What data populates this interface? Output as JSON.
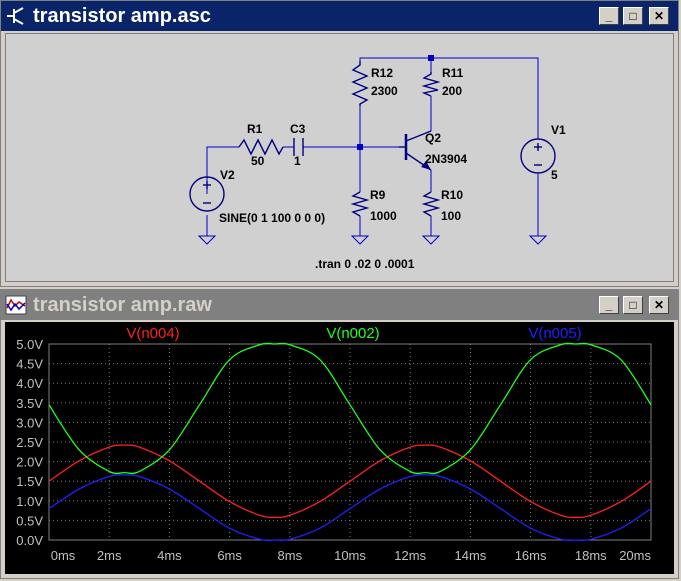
{
  "schematic_window": {
    "title": "transistor amp.asc",
    "controls": {
      "minimize": "_",
      "maximize": "□",
      "close": "✕"
    },
    "components": {
      "R1": {
        "name": "R1",
        "value": "50"
      },
      "C3": {
        "name": "C3",
        "value": "1"
      },
      "R12": {
        "name": "R12",
        "value": "2300"
      },
      "R11": {
        "name": "R11",
        "value": "200"
      },
      "Q2": {
        "name": "Q2",
        "value": "2N3904"
      },
      "R9": {
        "name": "R9",
        "value": "1000"
      },
      "R10": {
        "name": "R10",
        "value": "100"
      },
      "V1": {
        "name": "V1",
        "value": "5"
      },
      "V2": {
        "name": "V2",
        "value": "SINE(0 1 100 0 0 0)"
      }
    },
    "directive": ".tran 0 .02 0 .0001",
    "colors": {
      "wire": "#0000c8",
      "component": "#000080",
      "background": "#d0d0d0"
    }
  },
  "waveform_window": {
    "title": "transistor amp.raw",
    "controls": {
      "minimize": "_",
      "maximize": "□",
      "close": "✕"
    }
  },
  "chart_data": {
    "type": "line",
    "title": "",
    "xlabel": "",
    "ylabel": "",
    "xlim": [
      0,
      20
    ],
    "ylim": [
      0,
      5.0
    ],
    "x_ticks": [
      "0ms",
      "2ms",
      "4ms",
      "6ms",
      "8ms",
      "10ms",
      "12ms",
      "14ms",
      "16ms",
      "18ms",
      "20ms"
    ],
    "y_ticks": [
      "0.0V",
      "0.5V",
      "1.0V",
      "1.5V",
      "2.0V",
      "2.5V",
      "3.0V",
      "3.5V",
      "4.0V",
      "4.5V",
      "5.0V"
    ],
    "grid": true,
    "legend": "top",
    "x": [
      0,
      1,
      2,
      2.5,
      3,
      4,
      5,
      6,
      7,
      7.5,
      8,
      9,
      10,
      11,
      12,
      12.5,
      13,
      14,
      15,
      16,
      17,
      17.5,
      18,
      19,
      20
    ],
    "series": [
      {
        "name": "V(n004)",
        "color": "#ff2020",
        "values": [
          1.5,
          2.02,
          2.37,
          2.42,
          2.37,
          2.02,
          1.5,
          0.98,
          0.63,
          0.58,
          0.63,
          0.98,
          1.5,
          2.02,
          2.37,
          2.42,
          2.37,
          2.02,
          1.5,
          0.98,
          0.63,
          0.58,
          0.63,
          0.98,
          1.5
        ]
      },
      {
        "name": "V(n002)",
        "color": "#20ff20",
        "values": [
          3.45,
          2.3,
          1.75,
          1.72,
          1.75,
          2.3,
          3.45,
          4.6,
          4.98,
          5.0,
          4.98,
          4.6,
          3.45,
          2.3,
          1.75,
          1.72,
          1.75,
          2.3,
          3.45,
          4.6,
          4.98,
          5.0,
          4.98,
          4.6,
          3.45
        ]
      },
      {
        "name": "V(n005)",
        "color": "#2020ff",
        "values": [
          0.8,
          1.3,
          1.62,
          1.66,
          1.62,
          1.3,
          0.8,
          0.3,
          0.02,
          0.0,
          0.02,
          0.3,
          0.8,
          1.3,
          1.62,
          1.66,
          1.62,
          1.3,
          0.8,
          0.3,
          0.02,
          0.0,
          0.02,
          0.3,
          0.8
        ]
      }
    ]
  }
}
